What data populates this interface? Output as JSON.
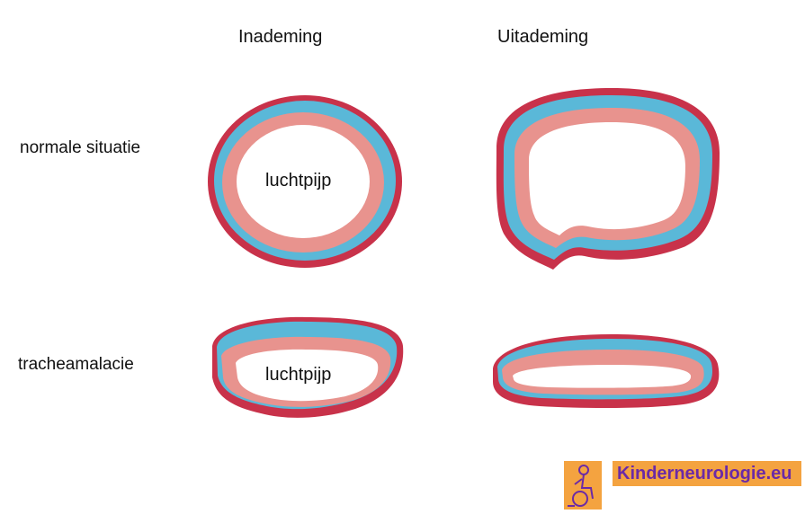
{
  "columns": {
    "inhale": "Inademing",
    "exhale": "Uitademing"
  },
  "rows": {
    "normal": "normale situatie",
    "malacia": "tracheamalacie"
  },
  "lumen_label": "luchtpijp",
  "logo": {
    "text": "Kinderneurologie.eu",
    "icon": "child-wheelchair-icon"
  },
  "colors": {
    "outer_wall": "#c8324a",
    "cartilage": "#5ab8d8",
    "mucosa": "#e8938e",
    "logo_bg": "#f4a340",
    "logo_text": "#6b2aa6"
  }
}
